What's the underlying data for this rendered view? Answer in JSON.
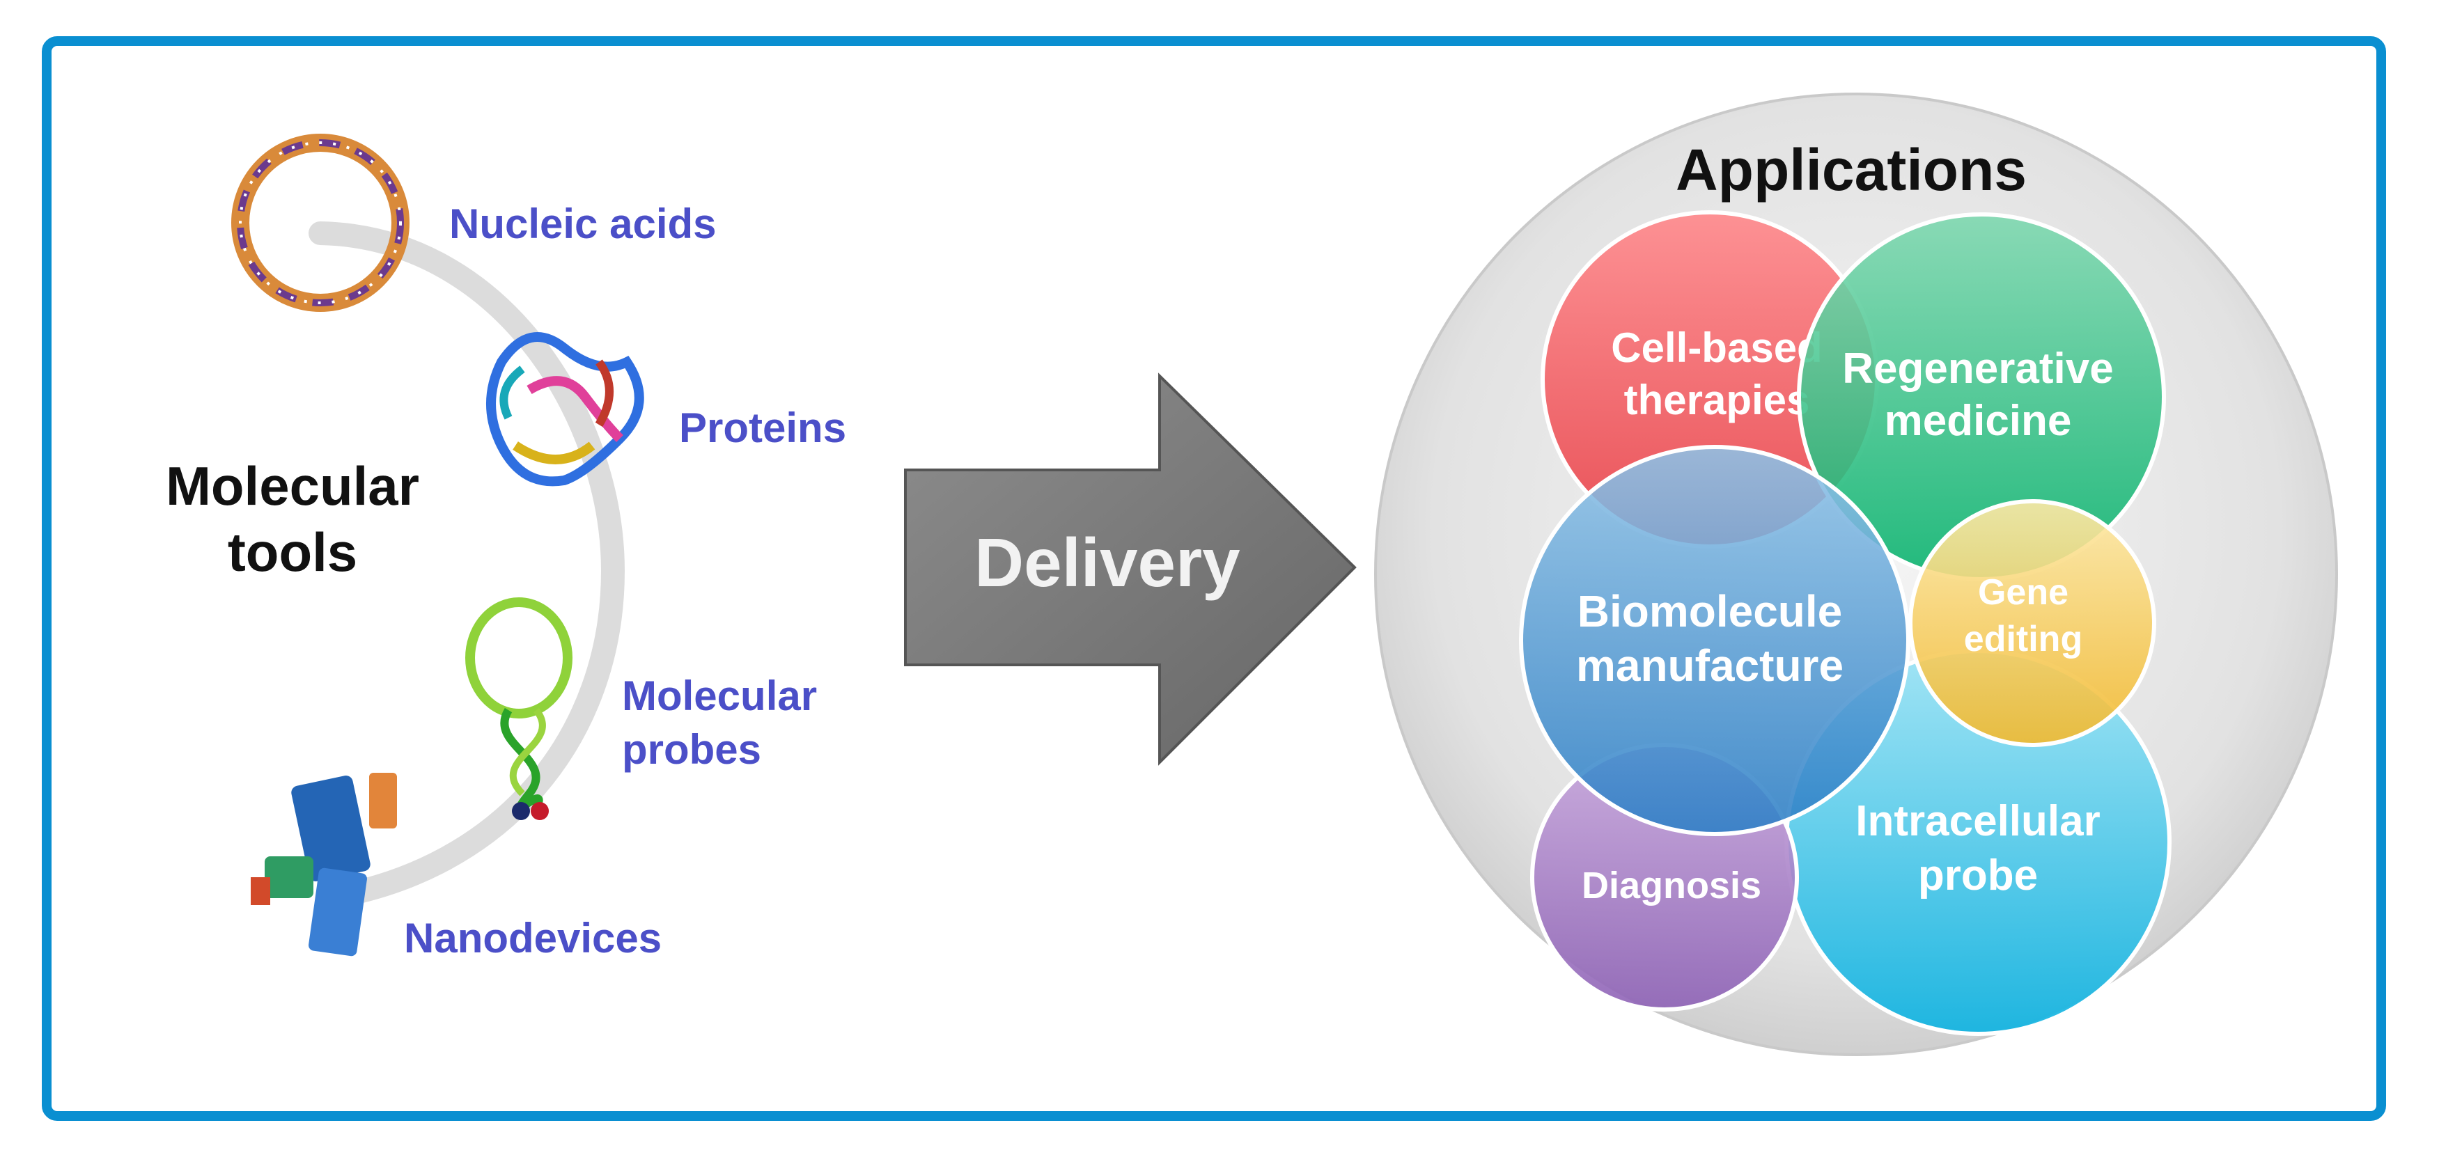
{
  "left": {
    "heading_line1": "Molecular",
    "heading_line2": "tools",
    "items": [
      {
        "label": "Nucleic acids"
      },
      {
        "label": "Proteins"
      },
      {
        "label_line1": "Molecular",
        "label_line2": "probes"
      },
      {
        "label": "Nanodevices"
      }
    ]
  },
  "arrow": {
    "label": "Delivery"
  },
  "applications": {
    "title": "Applications",
    "circles": [
      {
        "line1": "Cell-based",
        "line2": "therapies",
        "color": "#f05a5f"
      },
      {
        "line1": "Regenerative",
        "line2": "medicine",
        "color": "#16b479"
      },
      {
        "line1": "Biomolecule",
        "line2": "manufacture",
        "color": "#3f8fcf"
      },
      {
        "line1": "Gene",
        "line2": "editing",
        "color": "#f3c34a"
      },
      {
        "line1": "Intracellular",
        "line2": "probe",
        "color": "#19b5e0"
      },
      {
        "line1": "Diagnosis",
        "color": "#9a6fbf"
      }
    ]
  },
  "colors": {
    "frame": "#0a8fd1",
    "item_label": "#4b4fc8",
    "arrow": "#7a7a7a"
  }
}
